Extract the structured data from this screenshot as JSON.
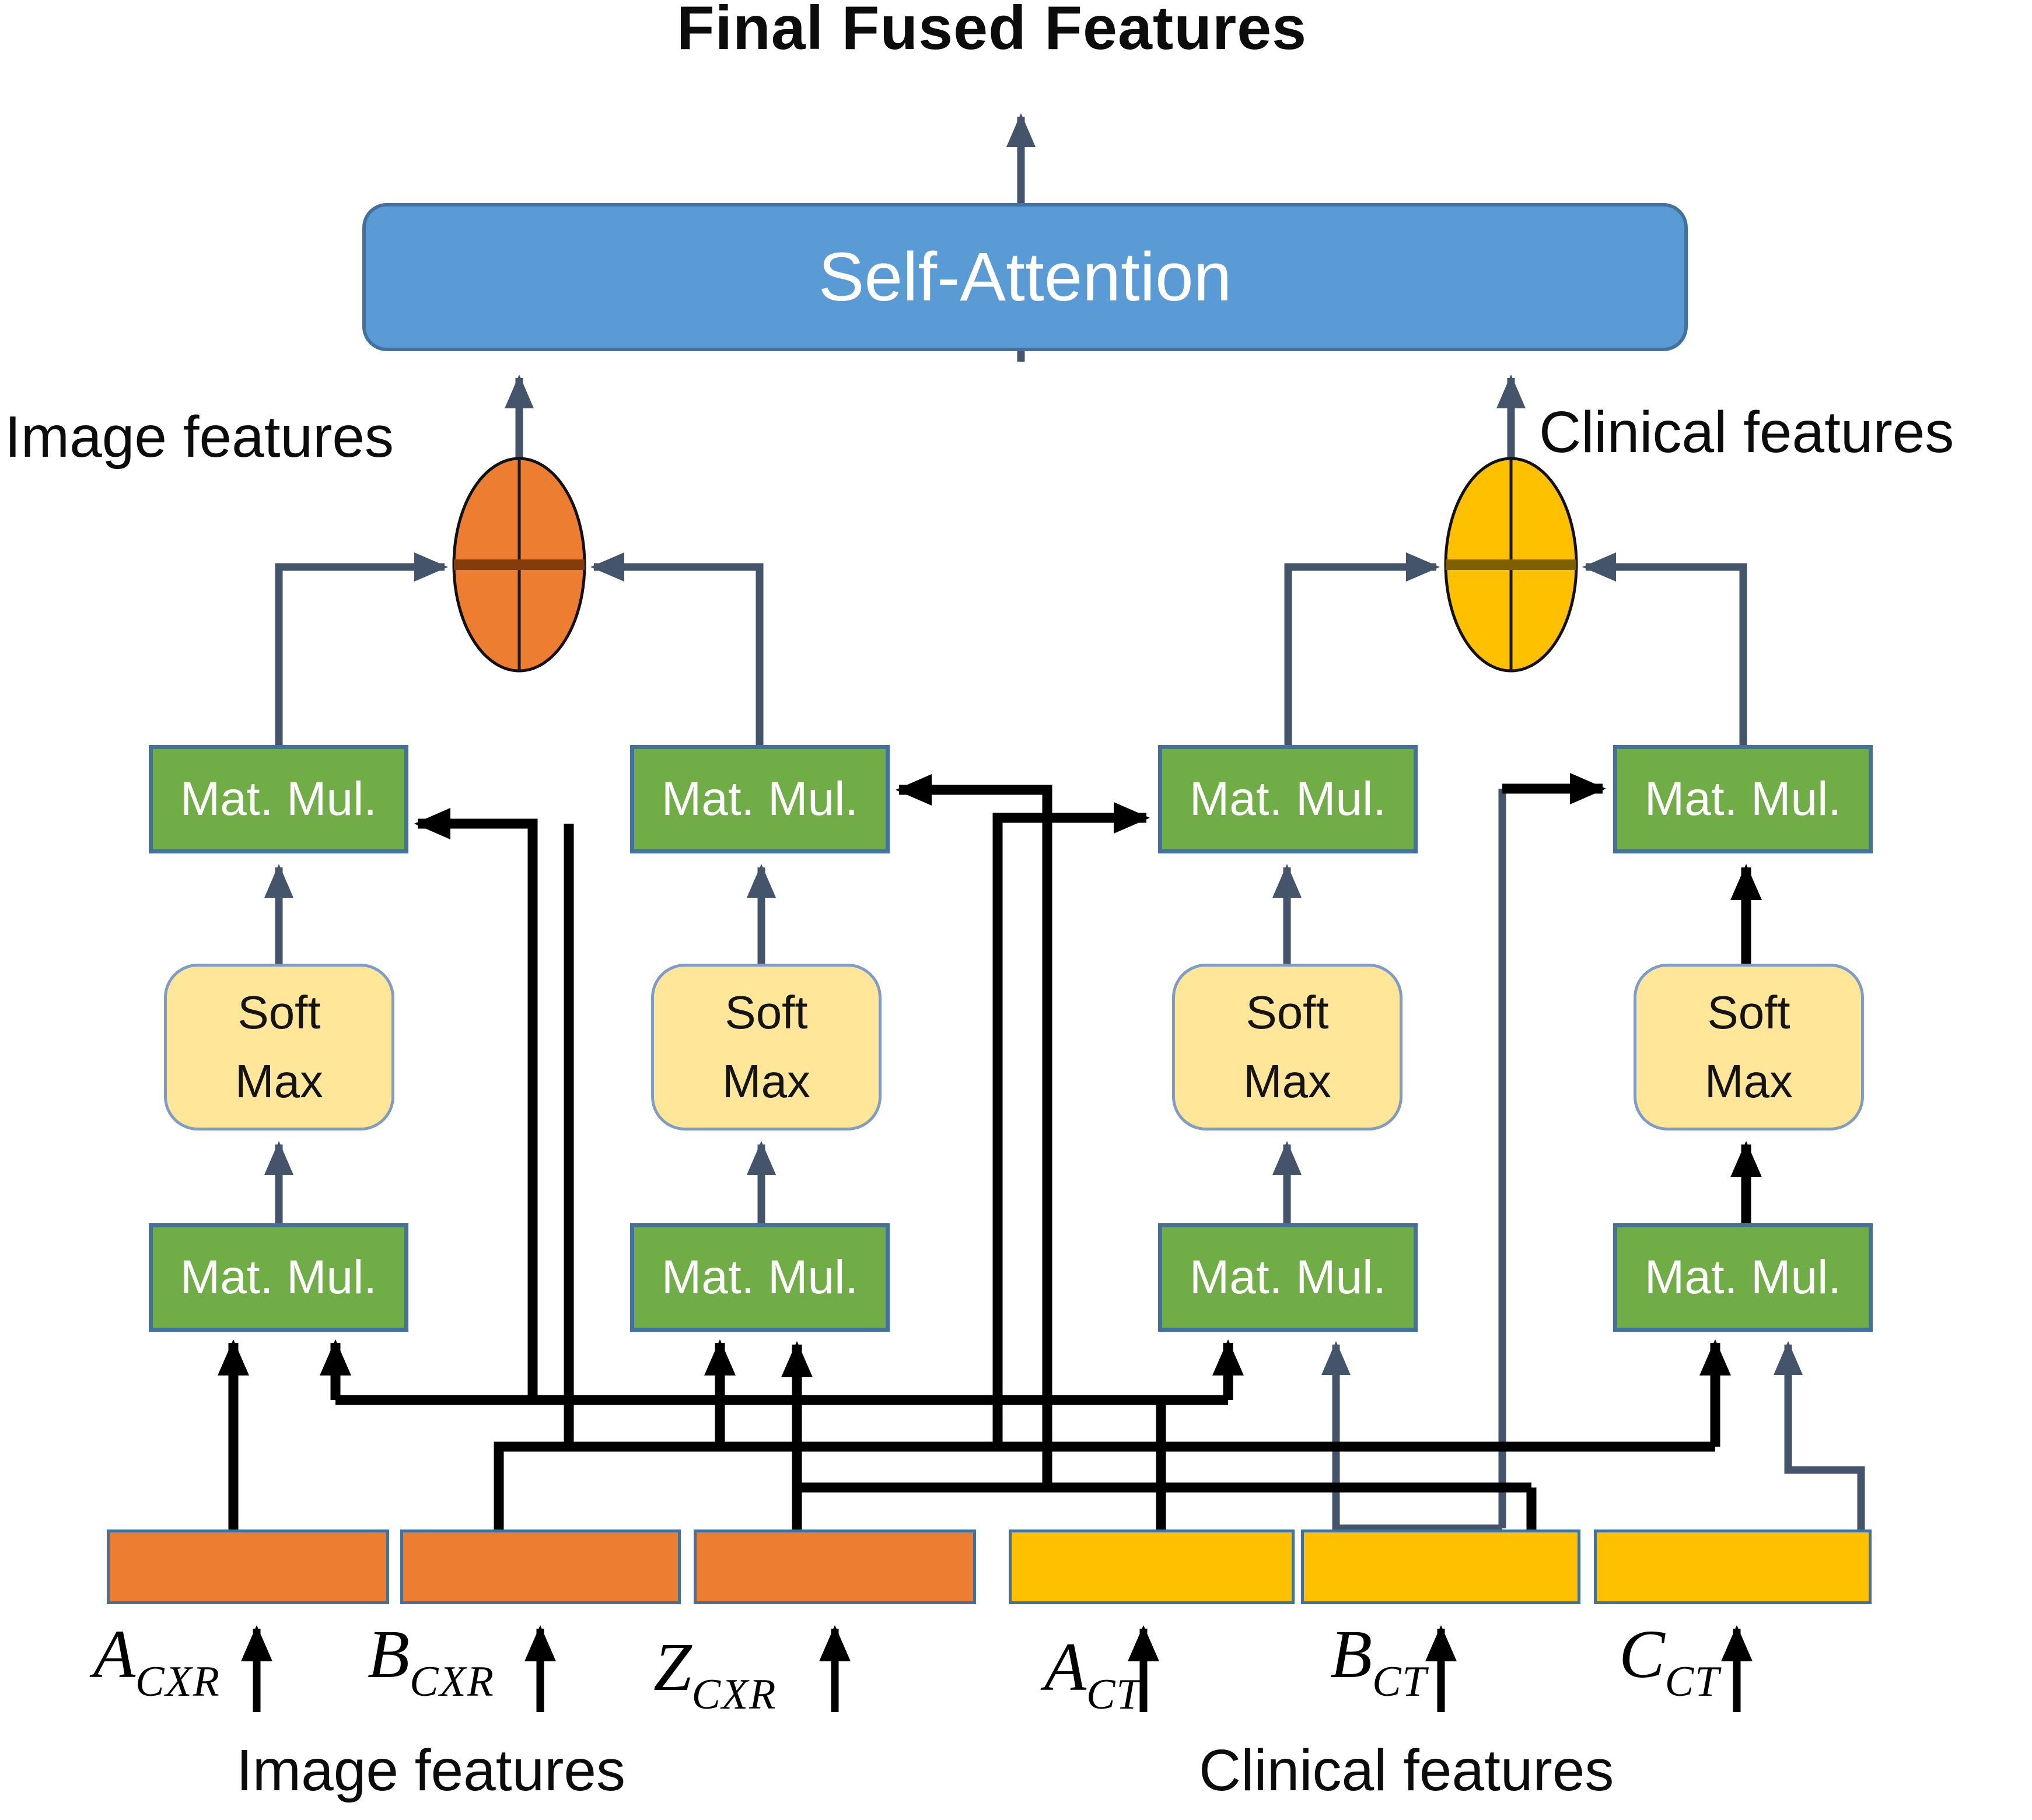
{
  "title": "Final Fused Features",
  "attention_block": {
    "label": "Self-Attention"
  },
  "branch_labels": {
    "image_top": "Image features",
    "clinical_top": "Clinical features",
    "image_bottom": "Image features",
    "clinical_bottom": "Clinical features"
  },
  "blocks": {
    "mat_mul_label": "Mat. Mul.",
    "soft_max_line1": "Soft",
    "soft_max_line2": "Max"
  },
  "fusion_nodes": {
    "image_node": "crossed-circle-orange",
    "clinical_node": "crossed-circle-yellow"
  },
  "inputs": {
    "image": [
      {
        "base": "A",
        "sub": "CXR"
      },
      {
        "base": "B",
        "sub": "CXR"
      },
      {
        "base": "Z",
        "sub": "CXR"
      }
    ],
    "clinical": [
      {
        "base": "A",
        "sub": "CT"
      },
      {
        "base": "B",
        "sub": "CT"
      },
      {
        "base": "C",
        "sub": "CT"
      }
    ]
  },
  "colors": {
    "self_attention_fill": "#5B9BD5",
    "self_attention_border": "#41719C",
    "mat_mul_fill": "#70AD47",
    "soft_max_fill": "#FFE699",
    "image_accent": "#ED7D31",
    "clinical_accent": "#FFC000",
    "slate_arrow": "#44546A",
    "black_arrow": "#000000",
    "image_node_band": "#843C0C",
    "clinical_node_band": "#7F6000"
  }
}
